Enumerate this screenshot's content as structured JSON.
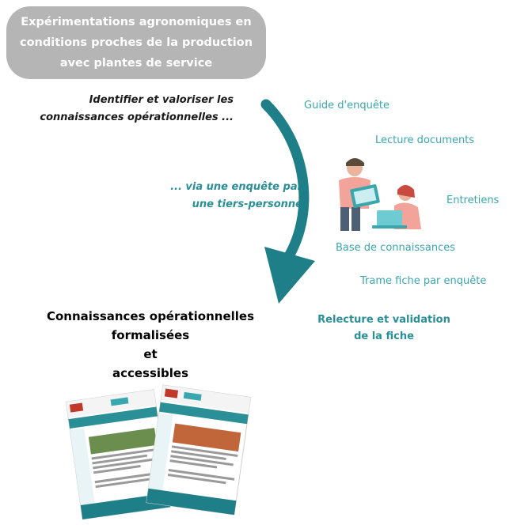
{
  "header": {
    "lines": [
      "Expérimentations agronomiques en",
      "conditions proches de la production",
      "avec plantes de service"
    ]
  },
  "goal": {
    "lines": [
      "Identifier et valoriser les",
      "connaissances opérationnelles ..."
    ]
  },
  "method": {
    "lines": [
      "... via une enquête par",
      "une tiers-personne"
    ]
  },
  "steps": {
    "guide": "Guide d'enquête",
    "lecture": "Lecture documents",
    "entretiens": "Entretiens",
    "base": "Base de connaissances",
    "trame": "Trame fiche par enquête",
    "relecture": [
      "Relecture et validation",
      "de la fiche"
    ]
  },
  "result": {
    "lines": [
      "Connaissances opérationnelles",
      "formalisées",
      "et",
      "accessibles"
    ]
  },
  "colors": {
    "teal": "#2a8f96",
    "teal_light": "#3aa6ad",
    "arrow": "#1f7f88",
    "pill": "#b5b5b5",
    "coral": "#f2a39a"
  }
}
